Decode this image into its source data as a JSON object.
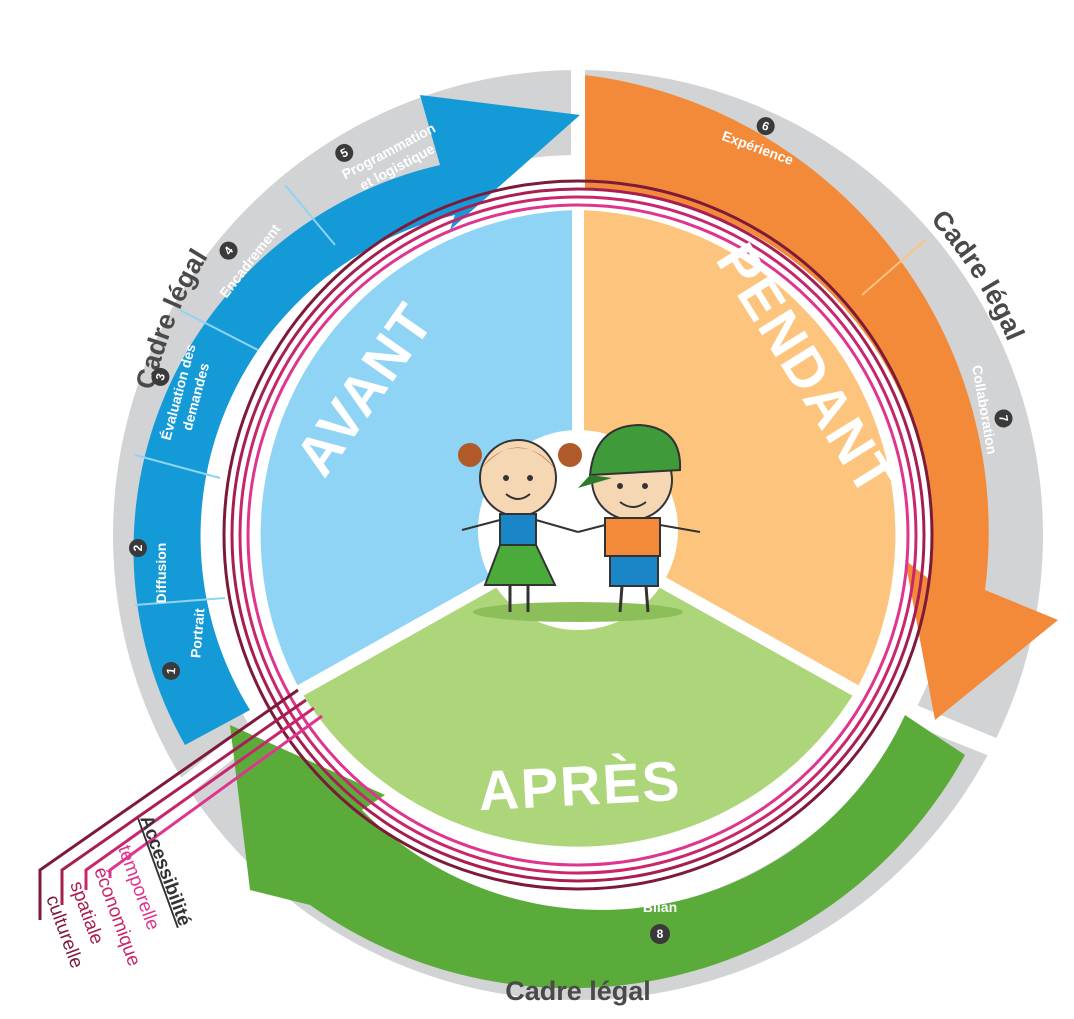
{
  "cadre_label": "Cadre légal",
  "phases": {
    "avant": "AVANT",
    "pendant": "PENDANT",
    "apres": "APRÈS"
  },
  "steps": [
    {
      "number": "1",
      "line1": "Portrait",
      "line2": ""
    },
    {
      "number": "2",
      "line1": "Diffusion",
      "line2": ""
    },
    {
      "number": "3",
      "line1": "Évaluation des",
      "line2": "demandes"
    },
    {
      "number": "4",
      "line1": "Encadrement",
      "line2": ""
    },
    {
      "number": "5",
      "line1": "Programmation",
      "line2": "et logistique"
    },
    {
      "number": "6",
      "line1": "Expérience",
      "line2": ""
    },
    {
      "number": "7",
      "line1": "Collaboration",
      "line2": ""
    },
    {
      "number": "8",
      "line1": "Bilan",
      "line2": ""
    }
  ],
  "accessibility": {
    "title": "Accessibilité",
    "items": [
      {
        "label": "temporelle",
        "color": "#e0358f"
      },
      {
        "label": "économique",
        "color": "#c9266e"
      },
      {
        "label": "spatiale",
        "color": "#a81e52"
      },
      {
        "label": "culturelle",
        "color": "#7d1a3a"
      }
    ]
  },
  "colors": {
    "gray_ring": "#d2d3d5",
    "blue": "#159ad8",
    "light_blue": "#8fd3f5",
    "orange": "#f28a3a",
    "light_orange": "#fdc47d",
    "green": "#5aab3a",
    "light_green": "#add57a",
    "number_badge": "#3a3a3a"
  }
}
